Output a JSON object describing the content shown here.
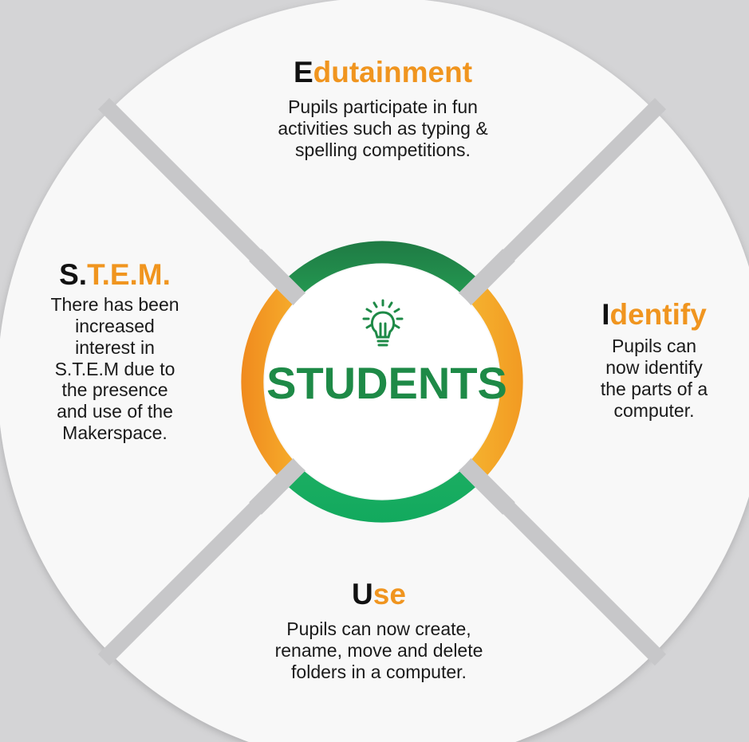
{
  "center": {
    "title": "STUDENTS",
    "icon": "lightbulb-icon"
  },
  "segments": {
    "top": {
      "heading_first": "E",
      "heading_rest": "dutainment",
      "lines": [
        "Pupils participate in fun",
        "activities such as typing &",
        "spelling competitions."
      ]
    },
    "left": {
      "heading_first": "S.",
      "heading_rest": "T.E.M.",
      "lines": [
        "There has been",
        "increased",
        "interest in",
        "S.T.E.M due to",
        "the presence",
        "and use of the",
        "Makerspace."
      ]
    },
    "right": {
      "heading_first": "I",
      "heading_rest": "dentify",
      "lines": [
        "Pupils can",
        "now identify",
        "the parts of a",
        "computer."
      ]
    },
    "bottom": {
      "heading_first": "U",
      "heading_rest": "se",
      "lines": [
        "Pupils can now create,",
        "rename, move and delete",
        "folders in a computer."
      ]
    }
  },
  "colors": {
    "accent_orange": "#f0951f",
    "green_dark": "#1e8a47",
    "green_light": "#1aab63",
    "orange_dark": "#f28c1c",
    "orange_light": "#f7b733",
    "divider_gray": "#c8c8ca",
    "background": "#d4d4d6"
  }
}
